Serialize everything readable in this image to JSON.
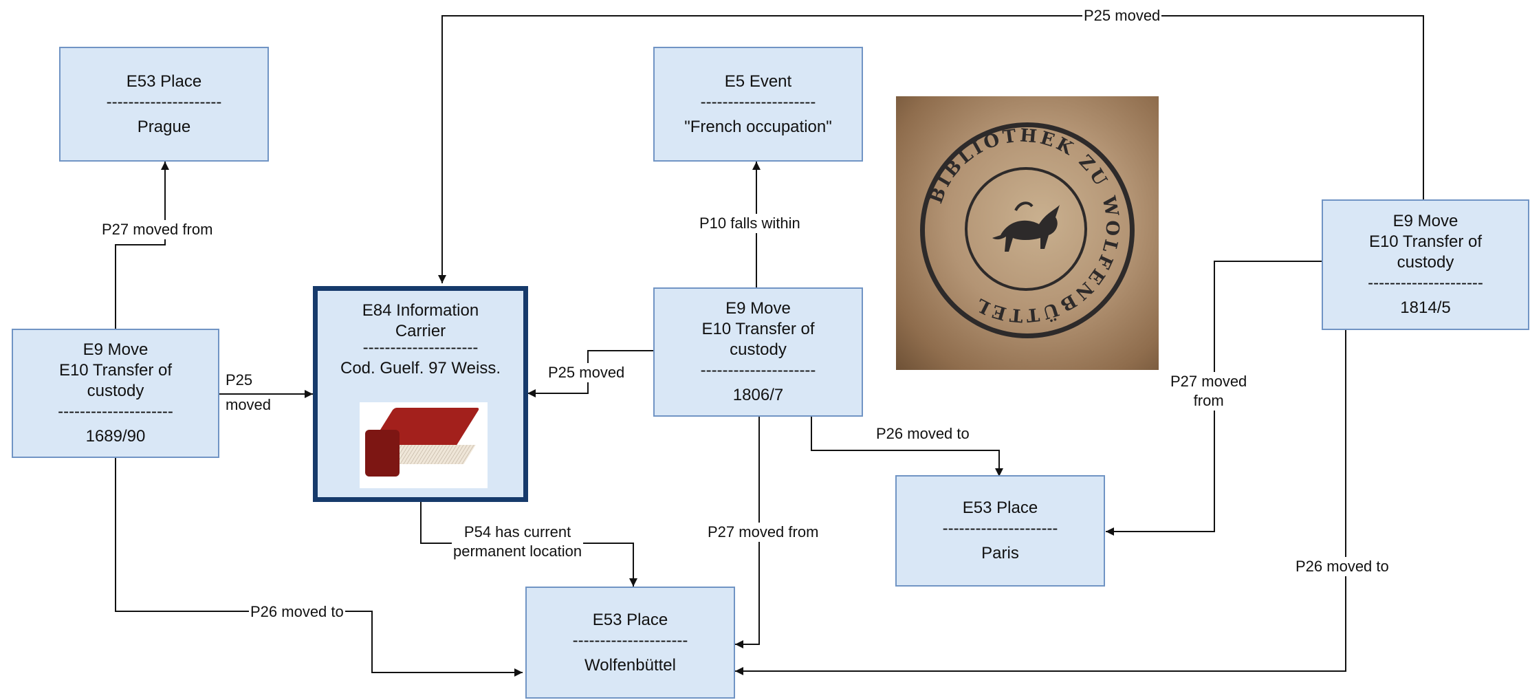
{
  "nodes": {
    "prague": {
      "title": "E53 Place",
      "sep": "---------------------",
      "value": "Prague"
    },
    "event": {
      "title": "E5 Event",
      "sep": "---------------------",
      "value": "\"French occupation\""
    },
    "move1689": {
      "line1": "E9 Move",
      "line2": "E10 Transfer of",
      "line3": "custody",
      "sep": "---------------------",
      "value": "1689/90"
    },
    "carrier": {
      "line1": "E84 Information",
      "line2": "Carrier",
      "sep": "---------------------",
      "value": "Cod. Guelf. 97 Weiss."
    },
    "move1806": {
      "line1": "E9 Move",
      "line2": "E10 Transfer of",
      "line3": "custody",
      "sep": "---------------------",
      "value": "1806/7"
    },
    "move1814": {
      "line1": "E9 Move",
      "line2": "E10 Transfer of",
      "line3": "custody",
      "sep": "---------------------",
      "value": "1814/5"
    },
    "paris": {
      "title": "E53 Place",
      "sep": "---------------------",
      "value": "Paris"
    },
    "wolfenbuettel": {
      "title": "E53 Place",
      "sep": "---------------------",
      "value": "Wolfenbüttel"
    }
  },
  "edges": {
    "p25_top": "P25 moved",
    "p27_prague": "P27 moved from",
    "p10": "P10 falls within",
    "p25_left_1": "P25",
    "p25_left_2": "moved",
    "p25_1806": "P25 moved",
    "p27_paris_1": "P27 moved",
    "p27_paris_2": "from",
    "p26_paris": "P26 moved to",
    "p54_1": "P54 has current",
    "p54_2": "permanent location",
    "p27_wolf": "P27 moved from",
    "p26_1689": "P26 moved to",
    "p26_1814": "P26 moved to"
  },
  "images": {
    "book": "book-illustration",
    "seal": "library-stamp",
    "seal_text": "BIBLIOTHEK ZU WOLFENBÜTTEL"
  },
  "colors": {
    "node_fill": "#d9e7f6",
    "node_border": "#7094c4",
    "main_border": "#163a6b",
    "edge": "#111111"
  }
}
